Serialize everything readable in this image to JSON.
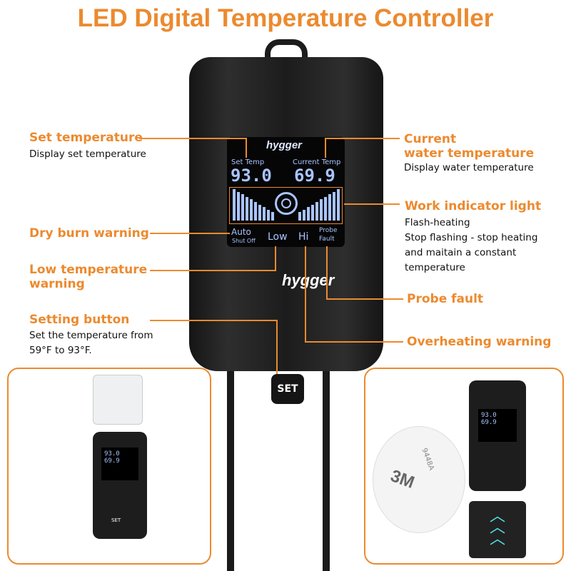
{
  "title": "LED Digital Temperature Controller",
  "brand": "hygger",
  "device": {
    "set_temp_label": "Set Temp",
    "set_temp_value": "93.0",
    "current_temp_label": "Current Temp",
    "current_temp_value": "69.9",
    "auto_label": "Auto",
    "shut_off_label": "Shut Off",
    "low_label": "Low",
    "hi_label": "Hi",
    "probe_label": "Probe",
    "fault_label": "Fault",
    "set_button": "SET"
  },
  "callouts": {
    "set_temperature": {
      "heading": "Set temperature",
      "desc": "Display set temperature"
    },
    "current_temperature": {
      "heading1": "Current",
      "heading2": "water temperature",
      "desc": "Display water temperature"
    },
    "work_indicator": {
      "heading": "Work indicator light",
      "line1": "Flash-heating",
      "line2": "Stop flashing - stop heating",
      "line3": "and maitain a constant",
      "line4": "temperature"
    },
    "dry_burn": {
      "heading": "Dry burn warning"
    },
    "low_temp": {
      "heading1": "Low temperature",
      "heading2": "warning"
    },
    "probe_fault": {
      "heading": "Probe fault"
    },
    "setting_button": {
      "heading": "Setting button",
      "line1": "Set the temperature from",
      "line2": "59°F to 93°F."
    },
    "overheating": {
      "heading": "Overheating warning"
    }
  },
  "insets": {
    "tape_label": "3M",
    "tape_code": "9448A"
  },
  "colors": {
    "accent": "#ec8a2f",
    "lcd": "#a9c4ff",
    "body": "#1f1f1f"
  }
}
